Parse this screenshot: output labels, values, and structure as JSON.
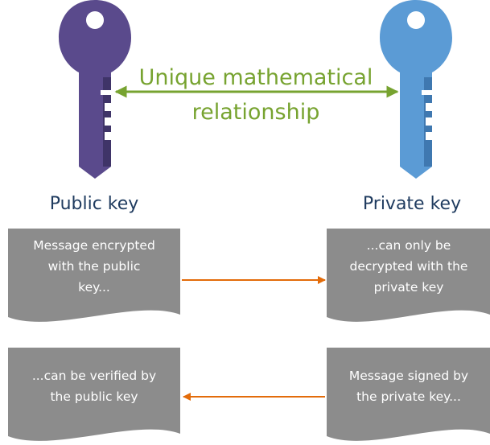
{
  "relationship": {
    "line1": "Unique mathematical",
    "line2": "relationship"
  },
  "public_key": {
    "label": "Public key",
    "color": "#5a4a8c"
  },
  "private_key": {
    "label": "Private key",
    "color": "#5b9bd5"
  },
  "colors": {
    "relationship_arrow": "#77a330",
    "flow_arrow": "#e36c0a",
    "document": "#8c8c8c",
    "key_label": "#1f3b5f"
  },
  "documents": {
    "encrypt": {
      "lines": [
        "Message encrypted",
        "with the public",
        "key..."
      ]
    },
    "decrypt": {
      "lines": [
        "...can only be",
        "decrypted with the",
        "private key"
      ]
    },
    "verify": {
      "lines": [
        "...can be verified by",
        "the public key"
      ]
    },
    "sign": {
      "lines": [
        "Message signed by",
        "the private key..."
      ]
    }
  }
}
